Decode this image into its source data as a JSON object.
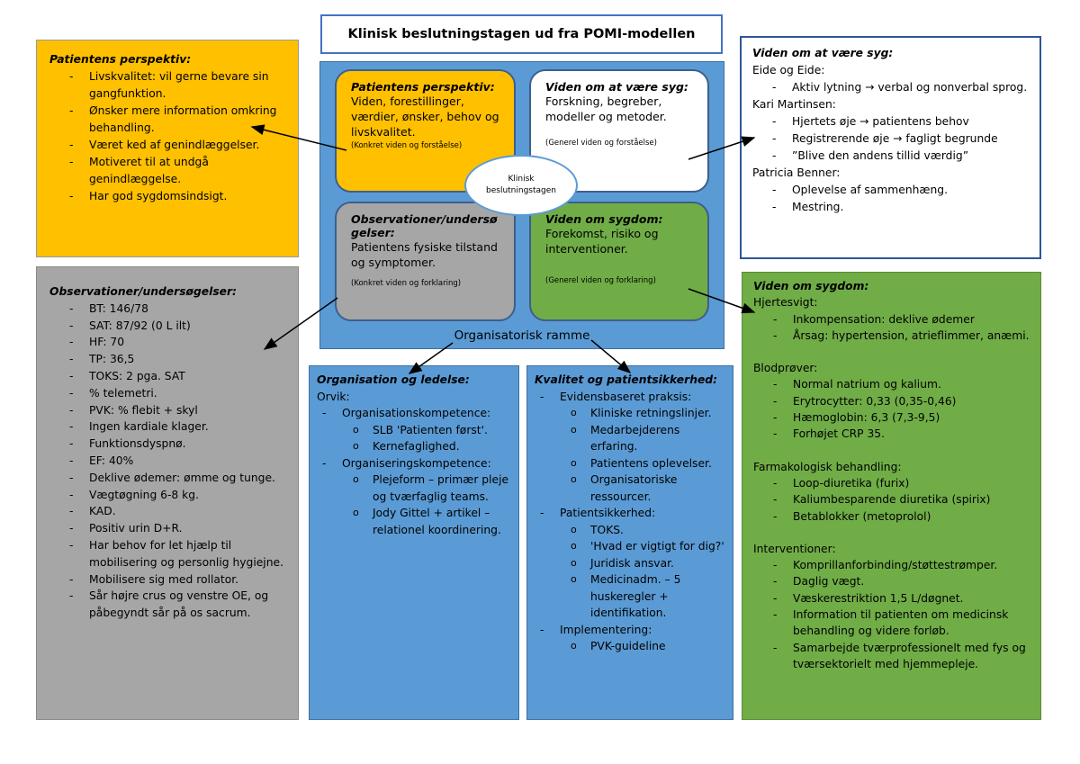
{
  "title": "Klinisk beslutningstagen ud fra POMI-modellen",
  "center": {
    "p": {
      "title": "Patientens perspektiv:",
      "text": "Viden, forestillinger, værdier, ønsker, behov og livskvalitet.",
      "sub": "(Konkret viden og forståelse)"
    },
    "v": {
      "title": "Viden om at være syg:",
      "text": "Forskning, begreber, modeller og metoder.",
      "sub": "(Generel viden og forståelse)"
    },
    "o": {
      "title": "Observationer/undersø gelser:",
      "text": "Patientens fysiske tilstand og symptomer.",
      "sub": "(Konkret viden og forklaring)"
    },
    "s": {
      "title": "Viden om sygdom:",
      "text": "Forekomst, risiko og interventioner.",
      "sub": "(Generel viden og forklaring)"
    },
    "ellipse": "Klinisk beslutningstagen",
    "frame_label": "Organisatorisk ramme"
  },
  "patient": {
    "title": "Patientens perspektiv:",
    "items": [
      "Livskvalitet: vil gerne bevare sin gangfunktion.",
      "Ønsker mere information omkring behandling.",
      "Været ked af genindlæggelser.",
      "Motiveret til at undgå genindlæggelse.",
      "Har god sygdomsindsigt."
    ]
  },
  "observ": {
    "title": "Observationer/undersøgelser:",
    "items": [
      "BT: 146/78",
      "SAT: 87/92 (0 L ilt)",
      "HF: 70",
      "TP: 36,5",
      "TOKS: 2 pga. SAT",
      "% telemetri.",
      "PVK: % flebit + skyl",
      "Ingen kardiale klager.",
      "Funktionsdyspnø.",
      "EF: 40%",
      "Deklive ødemer: ømme og tunge.",
      "Vægtøgning 6-8 kg.",
      "KAD.",
      "Positiv urin D+R.",
      "Har behov for let hjælp til mobilisering og personlig hygiejne.",
      "Mobilisere sig med rollator.",
      "Sår højre crus og venstre OE, og påbegyndt sår på os sacrum."
    ]
  },
  "viden_syg": {
    "title": "Viden om at være syg:",
    "groups": [
      {
        "name": "Eide og Eide:",
        "items": [
          "Aktiv lytning → verbal og nonverbal sprog."
        ]
      },
      {
        "name": "Kari Martinsen:",
        "items": [
          "Hjertets øje → patientens behov",
          "Registrerende øje → fagligt begrunde",
          "”Blive den andens tillid værdig”"
        ]
      },
      {
        "name": "Patricia Benner:",
        "items": [
          "Oplevelse af sammenhæng.",
          "Mestring."
        ]
      }
    ]
  },
  "sygdom": {
    "title": "Viden om sygdom:",
    "groups": [
      {
        "name": "Hjertesvigt:",
        "items": [
          "Inkompensation: deklive ødemer",
          "Årsag: hypertension, atrieflimmer, anæmi."
        ]
      },
      {
        "name": "Blodprøver:",
        "items": [
          "Normal natrium og kalium.",
          "Erytrocytter: 0,33 (0,35-0,46)",
          "Hæmoglobin: 6,3 (7,3-9,5)",
          "Forhøjet CRP 35."
        ]
      },
      {
        "name": "Farmakologisk behandling:",
        "items": [
          "Loop-diuretika (furix)",
          "Kaliumbesparende diuretika (spirix)",
          "Betablokker (metoprolol)"
        ]
      },
      {
        "name": "Interventioner:",
        "items": [
          "Komprillanforbinding/støttestrømper.",
          "Daglig vægt.",
          "Væskerestriktion 1,5 L/døgnet.",
          "Information til patienten om medicinsk behandling og videre forløb.",
          "Samarbejde tværprofessionelt med fys og tværsektorielt med hjemmepleje."
        ]
      }
    ]
  },
  "org": {
    "title": "Organisation og ledelse:",
    "place": "Orvik:",
    "groups": [
      {
        "name": "Organisationskompetence:",
        "items": [
          "SLB 'Patienten først'.",
          "Kernefaglighed."
        ]
      },
      {
        "name": "Organiseringskompetence:",
        "items": [
          "Plejeform – primær pleje og tværfaglig teams.",
          "Jody Gittel + artikel – relationel koordinering."
        ]
      }
    ]
  },
  "kval": {
    "title": "Kvalitet og patientsikkerhed:",
    "groups": [
      {
        "name": "Evidensbaseret praksis:",
        "items": [
          "Kliniske retningslinjer.",
          "Medarbejderens erfaring.",
          "Patientens oplevelser.",
          "Organisatoriske ressourcer."
        ]
      },
      {
        "name": "Patientsikkerhed:",
        "items": [
          "TOKS.",
          "'Hvad er vigtigt for dig?'",
          "Juridisk ansvar.",
          "Medicinadm. – 5 huskeregler + identifikation."
        ]
      },
      {
        "name": "Implementering:",
        "items": [
          "PVK-guideline"
        ]
      }
    ]
  },
  "colors": {
    "yellow": "#ffc000",
    "gray": "#a6a6a6",
    "green": "#70ad47",
    "blue": "#5b9bd5",
    "white": "#ffffff",
    "border": "#4472c4"
  }
}
